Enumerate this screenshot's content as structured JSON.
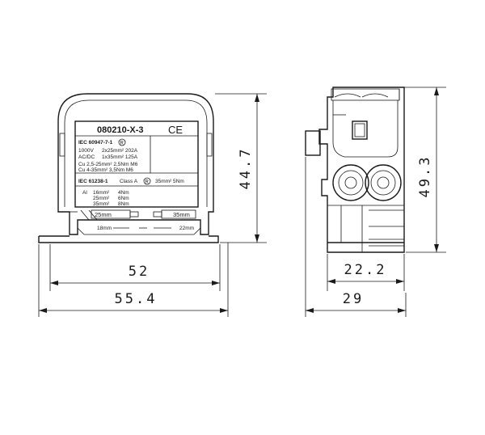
{
  "front_view": {
    "model": "080210-X-3",
    "ce_mark": "CE",
    "std1": "IEC 60947-7-1",
    "cert1": "R",
    "rating_v": "1000V",
    "rating_acdc": "AC/DC",
    "rating_a": "2x25mm² 202A",
    "rating_b": "1x35mm² 125A",
    "cu1": "Cu 2,5-25mm² 2,5Nm M6",
    "cu2": "Cu 4-35mm² 3,5Nm M6",
    "std2": "IEC 61238-1",
    "std2_class": "Class A",
    "cert2": "R",
    "std2_right": "35mm² 5Nm",
    "al_label": "Al",
    "al1": "16mm²",
    "al1_nm": "4Nm",
    "al2": "25mm²",
    "al2_nm": "6Nm",
    "al3": "35mm²",
    "al3_nm": "8Nm",
    "tag_left": "25mm",
    "tag_right": "35mm",
    "strip_left": "18mm",
    "strip_right": "22mm"
  },
  "dimensions": {
    "front_height": "44.7",
    "front_width_inner": "52",
    "front_width_outer": "55.4",
    "side_height": "49.3",
    "side_width_inner": "22.2",
    "side_width_outer": "29"
  }
}
